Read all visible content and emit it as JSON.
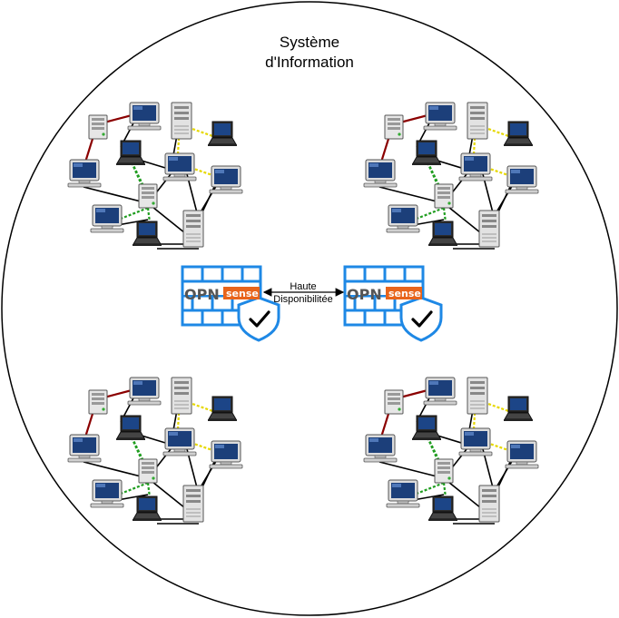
{
  "diagram": {
    "title_line1": "Système",
    "title_line2": "d'Information",
    "link_label_line1": "Haute",
    "link_label_line2": "Disponibilitée",
    "firewall_brand_prefix": "OPN",
    "firewall_brand_suffix": "sense"
  },
  "colors": {
    "circle_stroke": "#000000",
    "firewall_blue": "#1e88e5",
    "brand_orange": "#e8641b",
    "link_red": "#8b0000",
    "link_yellow": "#e6d800",
    "link_green": "#1f9d1f",
    "link_black": "#000000"
  },
  "network_cluster_count": 4,
  "icons": [
    "server-tower-icon",
    "desktop-computer-icon",
    "laptop-icon",
    "firewall-icon",
    "shield-check-icon"
  ]
}
